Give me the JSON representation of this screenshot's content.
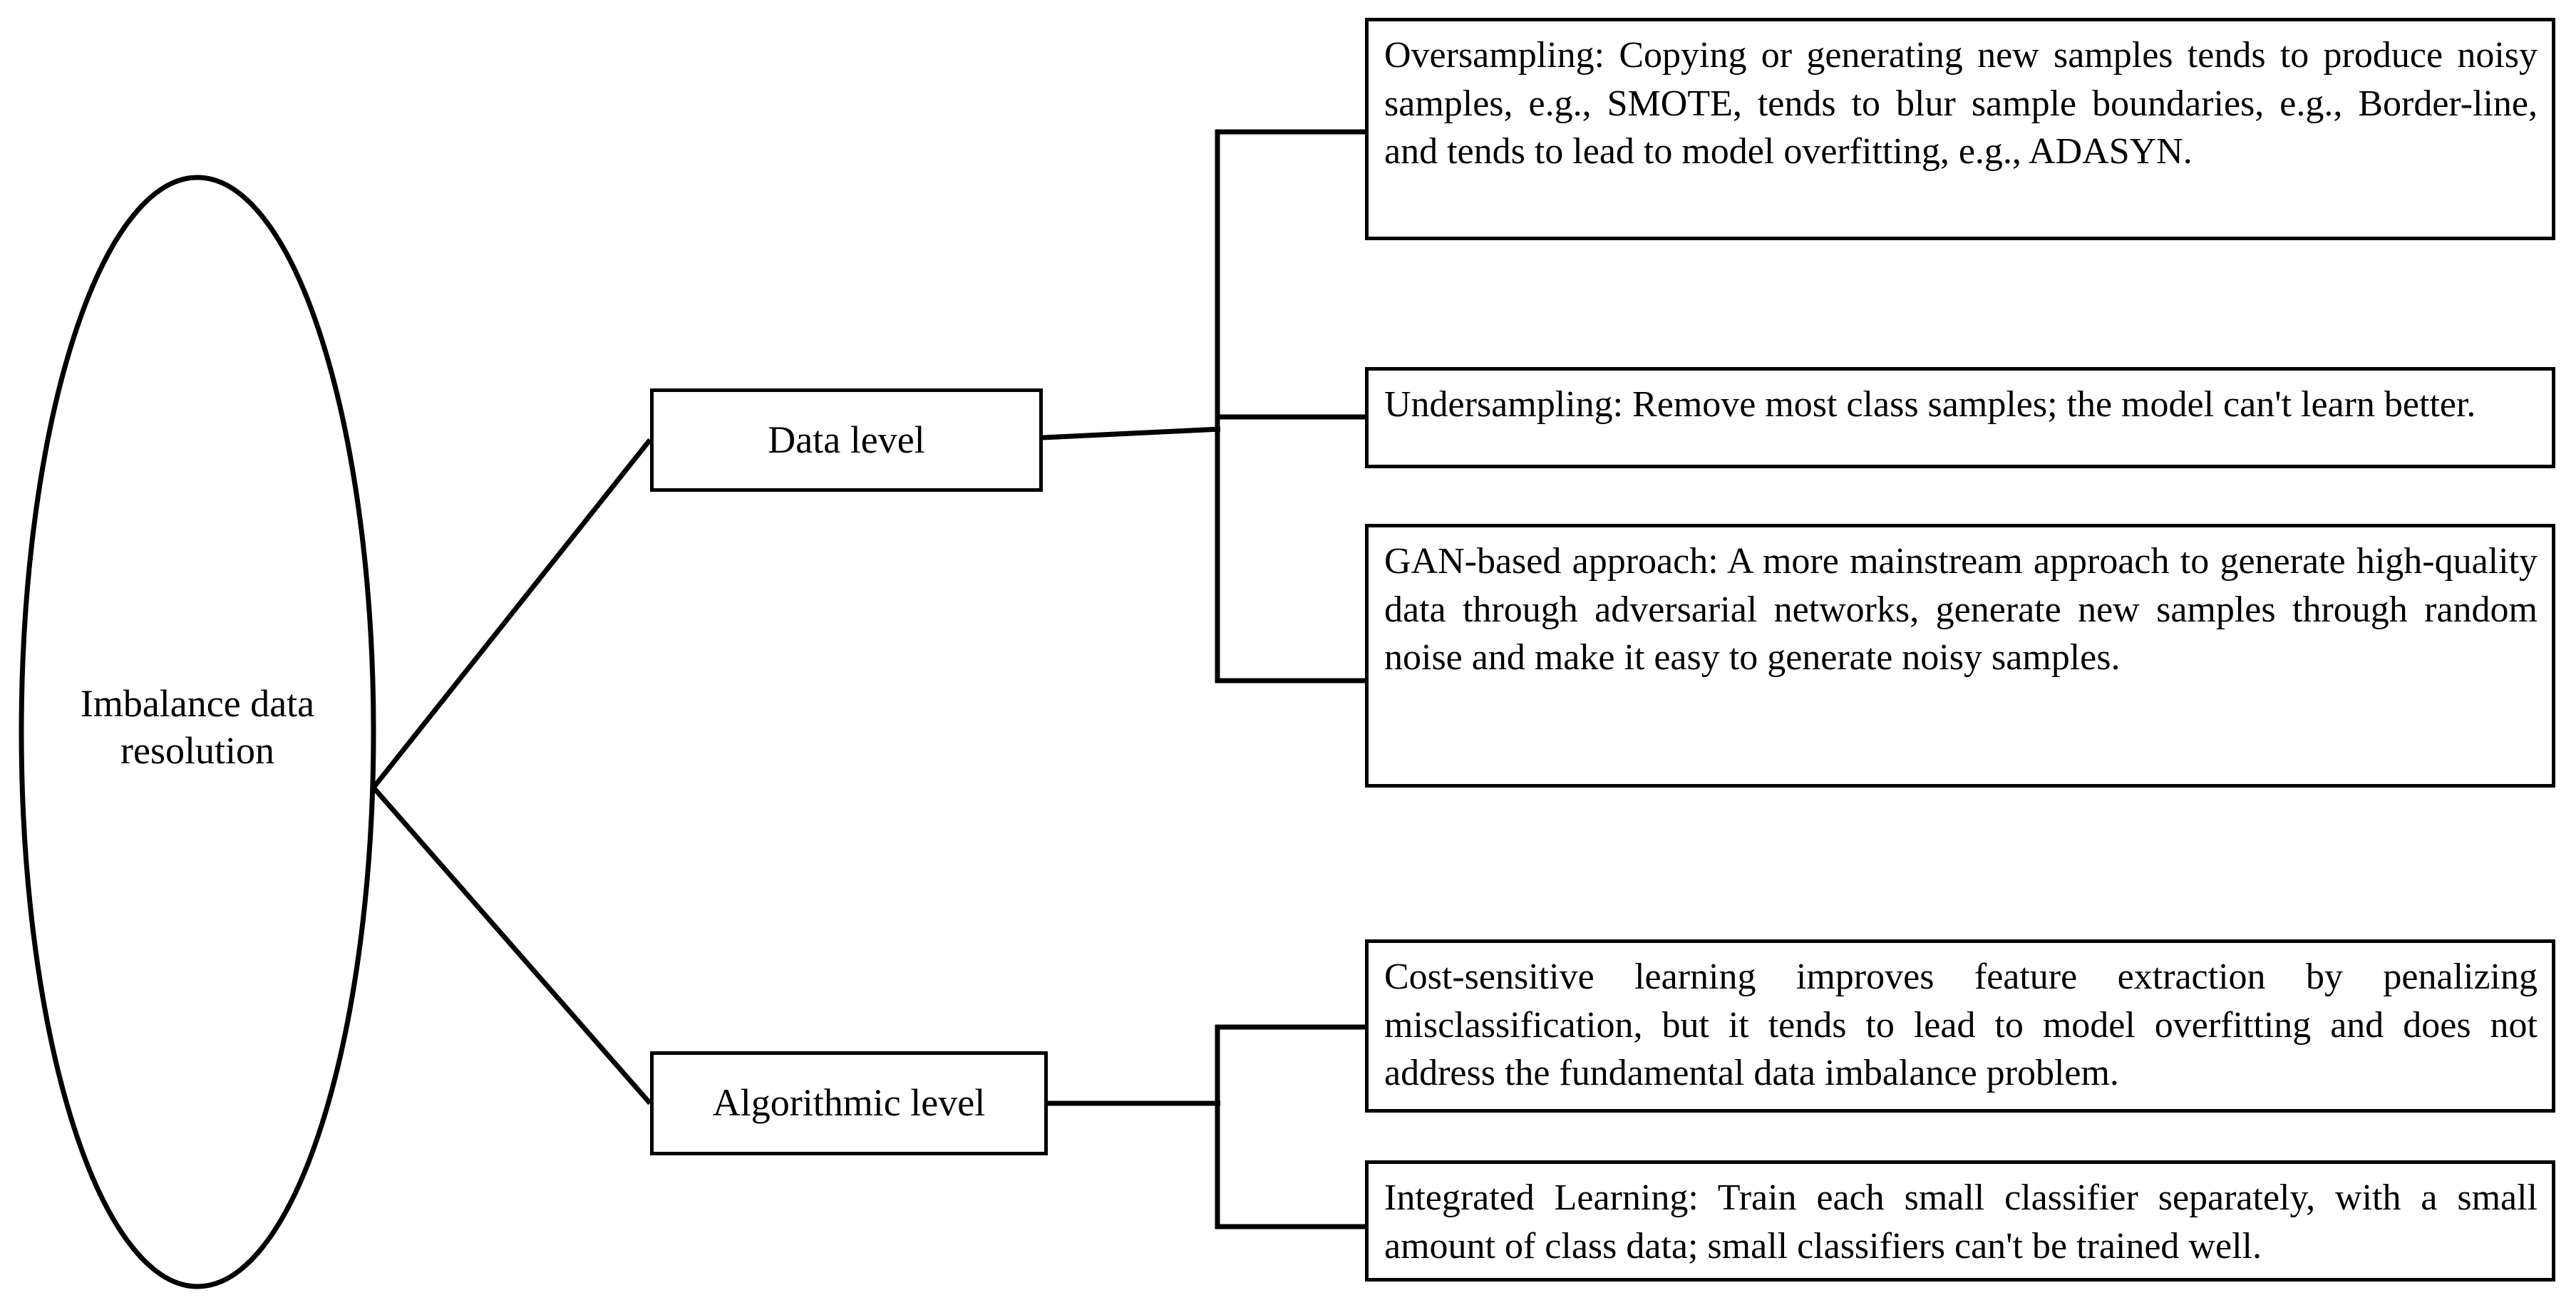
{
  "diagram": {
    "type": "tree-diagram",
    "title": "Imbalance data resolution",
    "stroke_color": "#000000",
    "background_color": "#ffffff",
    "root": {
      "shape": "ellipse",
      "label": "Imbalance data\nresolution"
    },
    "branches": [
      {
        "label": "Data level",
        "shape": "rectangle",
        "children": [
          {
            "label": "Oversampling: Copying or generating new samples tends to produce noisy samples, e.g., SMOTE, tends to blur sample boundaries, e.g., Border-line, and tends to lead to model overfitting, e.g., ADASYN."
          },
          {
            "label": "Undersampling: Remove most class samples; the model can't learn better."
          },
          {
            "label": "GAN-based approach: A more mainstream approach to generate high-quality data through adversarial networks, generate new samples through random noise and make it easy to generate noisy samples."
          }
        ]
      },
      {
        "label": "Algorithmic level",
        "shape": "rectangle",
        "children": [
          {
            "label": "Cost-sensitive learning improves feature extraction by penalizing misclassification, but it tends to lead to model overfitting and does not address the fundamental data imbalance problem."
          },
          {
            "label": "Integrated Learning: Train each small classifier separately, with a small amount of class data; small classifiers can't be trained well."
          }
        ]
      }
    ]
  }
}
